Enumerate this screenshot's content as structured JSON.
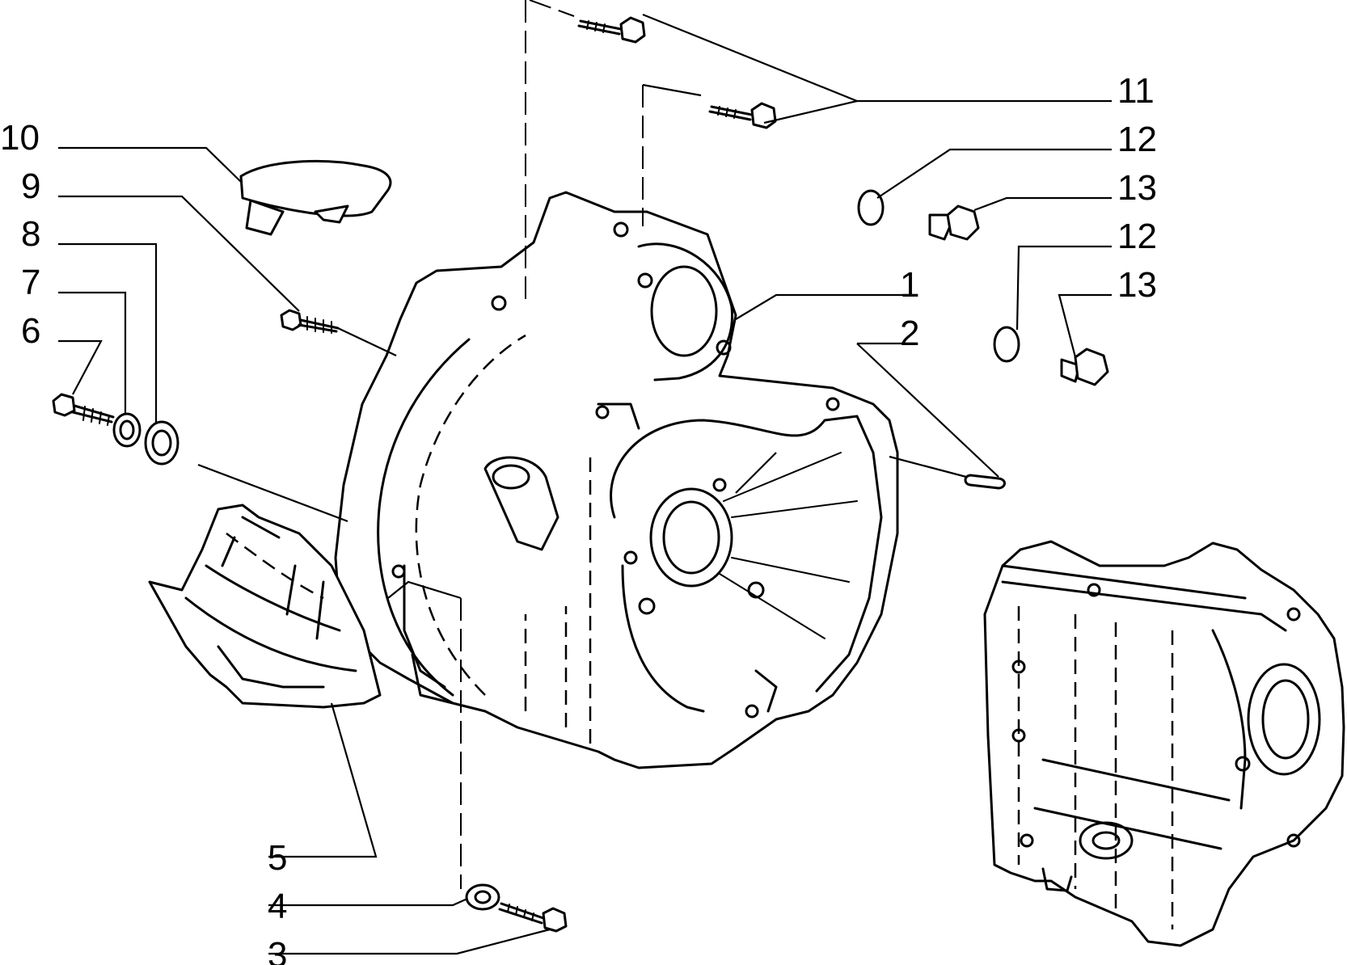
{
  "diagram": {
    "callouts": {
      "c1": "1",
      "c2": "2",
      "c3": "3",
      "c4": "4",
      "c5": "5",
      "c6": "6",
      "c7": "7",
      "c8": "8",
      "c9": "9",
      "c10": "10",
      "c11": "11",
      "c12a": "12",
      "c12b": "12",
      "c13a": "13",
      "c13b": "13"
    }
  }
}
